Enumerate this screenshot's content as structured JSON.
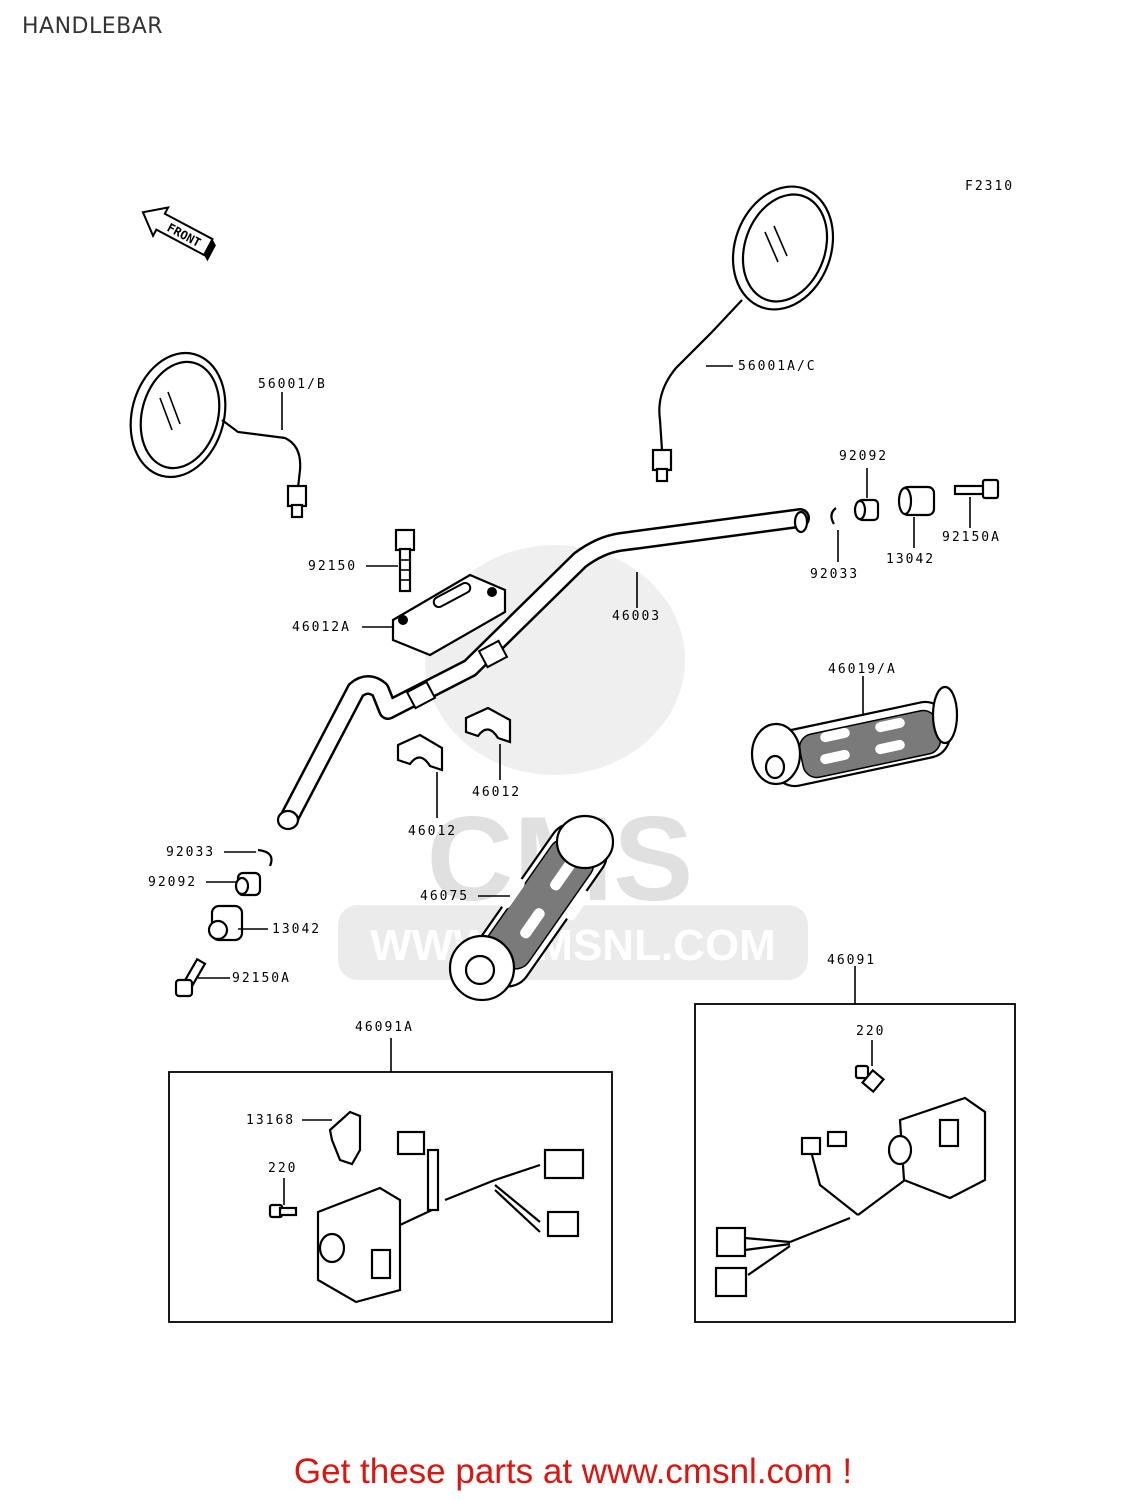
{
  "title": "HANDLEBAR",
  "figure_code": "F2310",
  "front_arrow": "FRONT",
  "watermark": {
    "brand": "CMS",
    "url": "WWW.CMSNL.COM"
  },
  "labels": {
    "mirror_left": "56001/B",
    "mirror_right": "56001A/C",
    "bolt_92150": "92150",
    "holder_46012A": "46012A",
    "handlebar_46003": "46003",
    "grip_right": "46019/A",
    "holder_46012_a": "46012",
    "holder_46012_b": "46012",
    "cir_right": "92033",
    "collar_right": "92092",
    "weight_right": "13042",
    "bolt_right": "92150A",
    "cir_left": "92033",
    "collar_left": "92092",
    "weight_left": "13042",
    "bolt_left": "92150A",
    "grip_left": "46075",
    "switch_left_assy": "46091A",
    "switch_right_assy": "46091",
    "clamp_13168": "13168",
    "screw_left_220": "220",
    "screw_right_220": "220"
  },
  "footer": "Get these parts at www.cmsnl.com !"
}
